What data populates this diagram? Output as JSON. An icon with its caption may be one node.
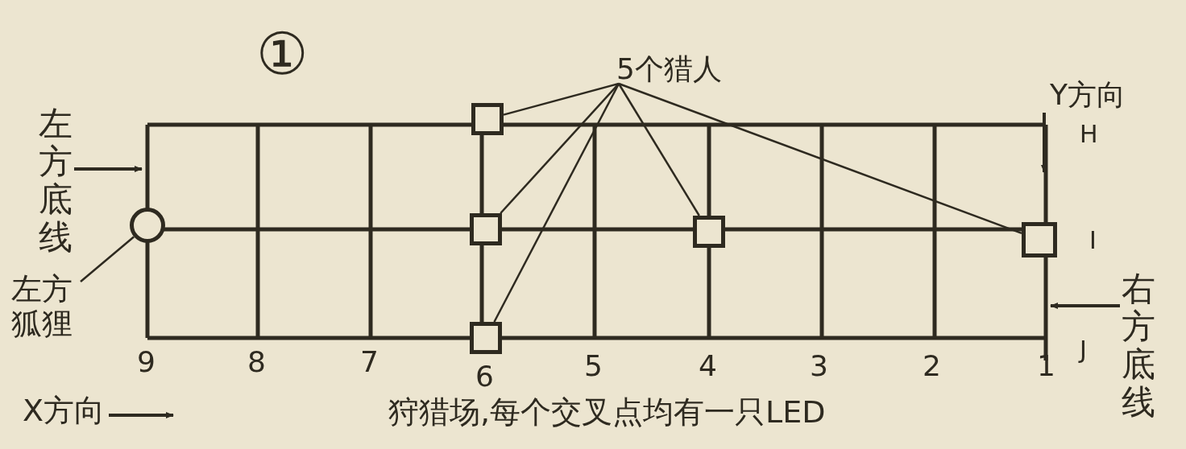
{
  "diagram": {
    "title": "①",
    "caption": "狩猎场,每个交叉点均有一只LED",
    "nodes": [
      {
        "text": [
          "5个猎人"
        ]
      },
      {
        "text": [],
        "shape": "box"
      },
      {
        "text": [],
        "shape": "box"
      },
      {
        "text": [],
        "shape": "box"
      },
      {
        "text": [],
        "shape": "box"
      },
      {
        "text": [],
        "shape": "box"
      },
      {
        "text": [],
        "shape": "circle"
      },
      {
        "text": [
          "左方狐狸"
        ]
      },
      {
        "text": [
          "左方底线"
        ]
      },
      {
        "text": [
          "右方底线"
        ]
      }
    ],
    "edges": [
      {
        "from": 0,
        "to": 1,
        "arrow": "none"
      },
      {
        "from": 0,
        "to": 2,
        "arrow": "none"
      },
      {
        "from": 0,
        "to": 3,
        "arrow": "none"
      },
      {
        "from": 0,
        "to": 4,
        "arrow": "none"
      },
      {
        "from": 0,
        "to": 5,
        "arrow": "none"
      },
      {
        "from": 7,
        "to": 6,
        "arrow": "none"
      },
      {
        "from": 8,
        "to": null,
        "arrow": "to"
      },
      {
        "from": 9,
        "to": null,
        "arrow": "to"
      }
    ],
    "labels": [
      "Y方向",
      "H",
      "I",
      "9",
      "8",
      "7",
      "6",
      "5",
      "4",
      "3",
      "2",
      "1",
      "J",
      "X方向"
    ]
  }
}
